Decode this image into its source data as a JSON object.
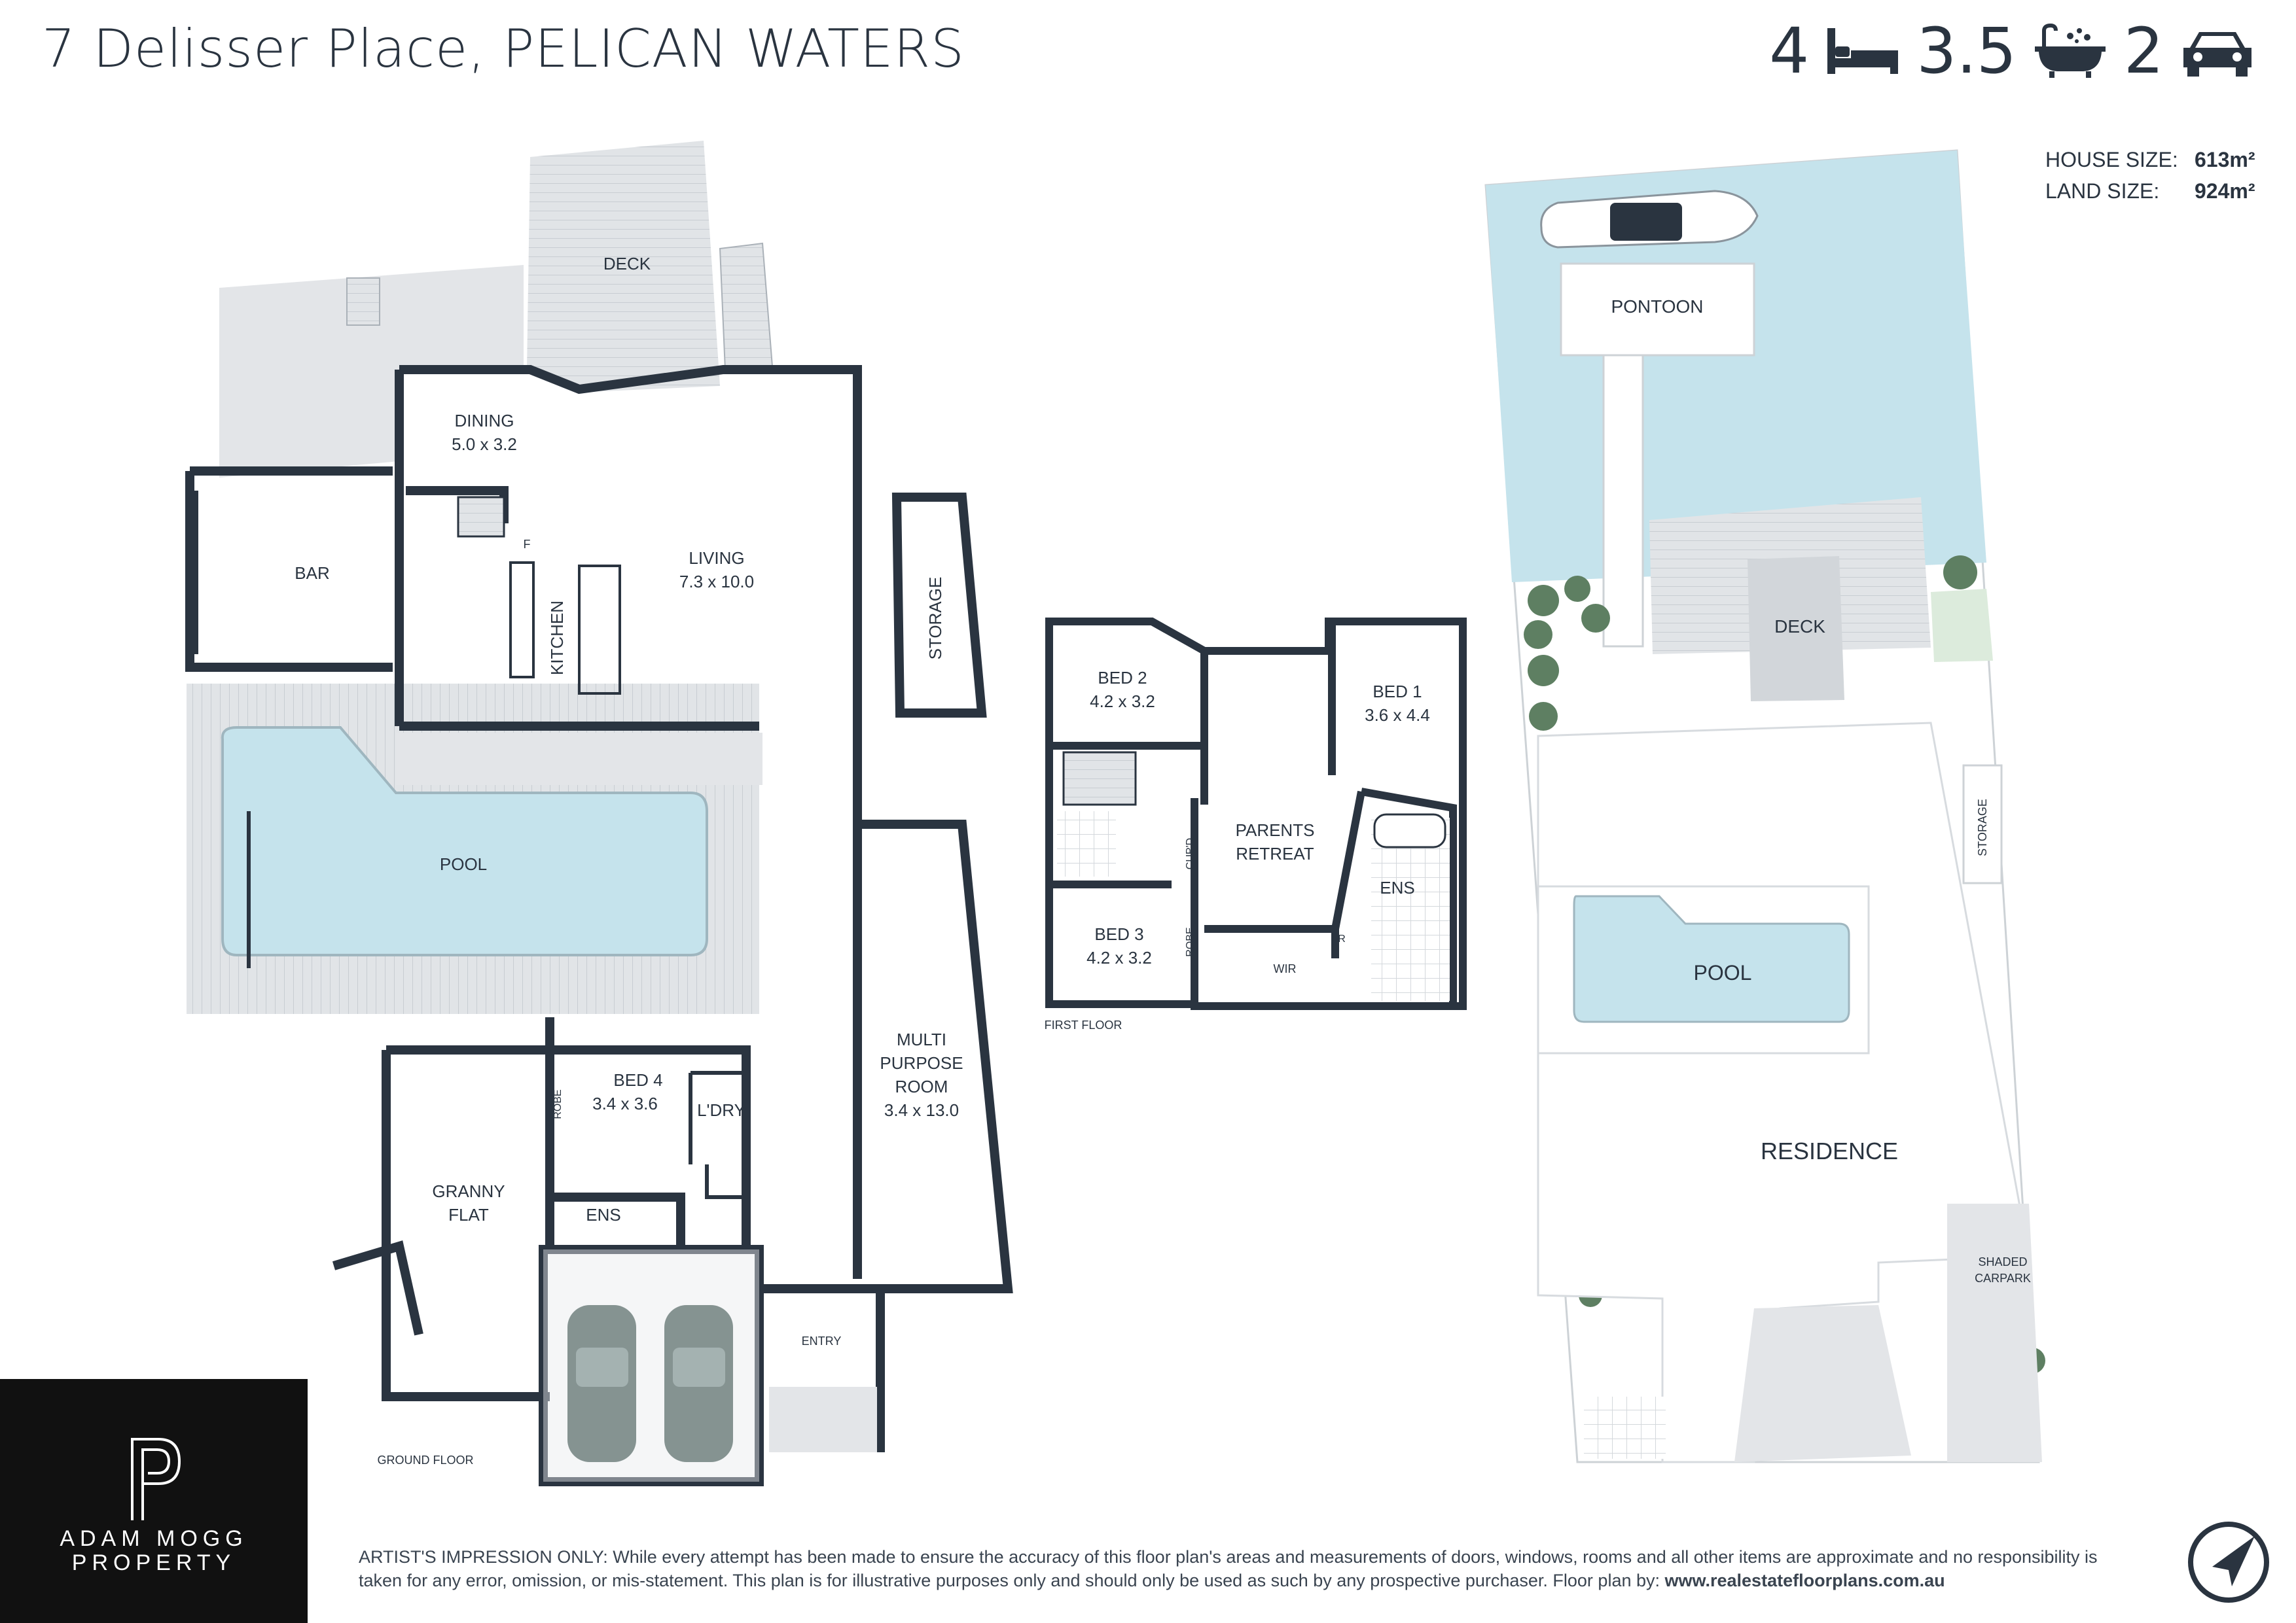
{
  "header": {
    "address": "7 Delisser Place, PELICAN WATERS",
    "bedrooms": "4",
    "bathrooms": "3.5",
    "car_spaces": "2",
    "bed_icon": "bed-icon",
    "bath_icon": "bathtub-icon",
    "car_icon": "car-icon"
  },
  "sizes": {
    "house_label": "HOUSE SIZE:",
    "house_value": "613m²",
    "land_label": "LAND SIZE:",
    "land_value": "924m²"
  },
  "ground_floor": {
    "label": "GROUND FLOOR",
    "rooms": {
      "deck": "DECK",
      "dining": "DINING",
      "dining_size": "5.0 x 3.2",
      "bar": "BAR",
      "kitchen": "KITCHEN",
      "fridge": "F",
      "living": "LIVING",
      "living_size": "7.3 x 10.0",
      "storage": "STORAGE",
      "pool": "POOL",
      "bed4": "BED 4",
      "bed4_size": "3.4 x 3.6",
      "robe": "ROBE",
      "laundry": "L'DRY",
      "granny_flat_1": "GRANNY",
      "granny_flat_2": "FLAT",
      "ens": "ENS",
      "multi_1": "MULTI",
      "multi_2": "PURPOSE",
      "multi_3": "ROOM",
      "multi_size": "3.4 x 13.0",
      "entry": "ENTRY"
    }
  },
  "first_floor": {
    "label": "FIRST FLOOR",
    "rooms": {
      "bed2": "BED 2",
      "bed2_size": "4.2 x 3.2",
      "bed1": "BED 1",
      "bed1_size": "3.6 x 4.4",
      "parents_1": "PARENTS",
      "parents_2": "RETREAT",
      "ens": "ENS",
      "clupd": "CUP'D",
      "robe": "ROBE",
      "bed3": "BED 3",
      "bed3_size": "4.2 x 3.2",
      "wir": "WIR",
      "r": "R"
    }
  },
  "site": {
    "pontoon": "PONTOON",
    "deck": "DECK",
    "storage": "STORAGE",
    "pool": "POOL",
    "residence": "RESIDENCE",
    "carpark_1": "SHADED",
    "carpark_2": "CARPARK",
    "compass_icon": "compass-icon"
  },
  "brand": {
    "name_1": "ADAM MOGG",
    "name_2": "PROPERTY",
    "logo_icon": "p-monogram-logo"
  },
  "disclaimer": {
    "text": "ARTIST'S IMPRESSION ONLY: While every attempt has been made to ensure the accuracy of this floor plan's areas and measurements of doors, windows, rooms and all other items are approximate and no responsibility is taken for any error, omission, or mis-statement. This plan is for illustrative purposes only and should only be used as such by any prospective purchaser. Floor plan by: ",
    "link": "www.realestatefloorplans.com.au"
  },
  "colors": {
    "wall": "#2a3440",
    "pool_water": "#c5e3ec",
    "canal_water": "#c5e3ec",
    "deck_fill": "#dde0e3",
    "lawn_green": "#dcebdc",
    "garden_shrub": "#5e7f62",
    "car_fill": "#334b46",
    "brand_bg": "#111111"
  }
}
